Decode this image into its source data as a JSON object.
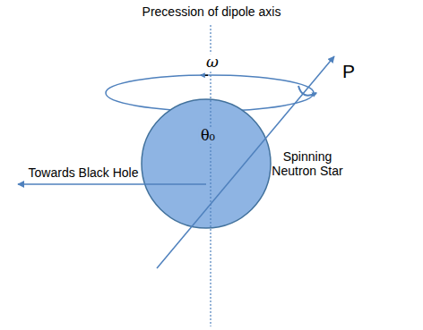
{
  "diagram": {
    "labels": [
      "Precession of dipole axis",
      "ω",
      "P",
      "θ₀",
      "Spinning Neutron Star",
      "Towards Black Hole"
    ]
  }
}
